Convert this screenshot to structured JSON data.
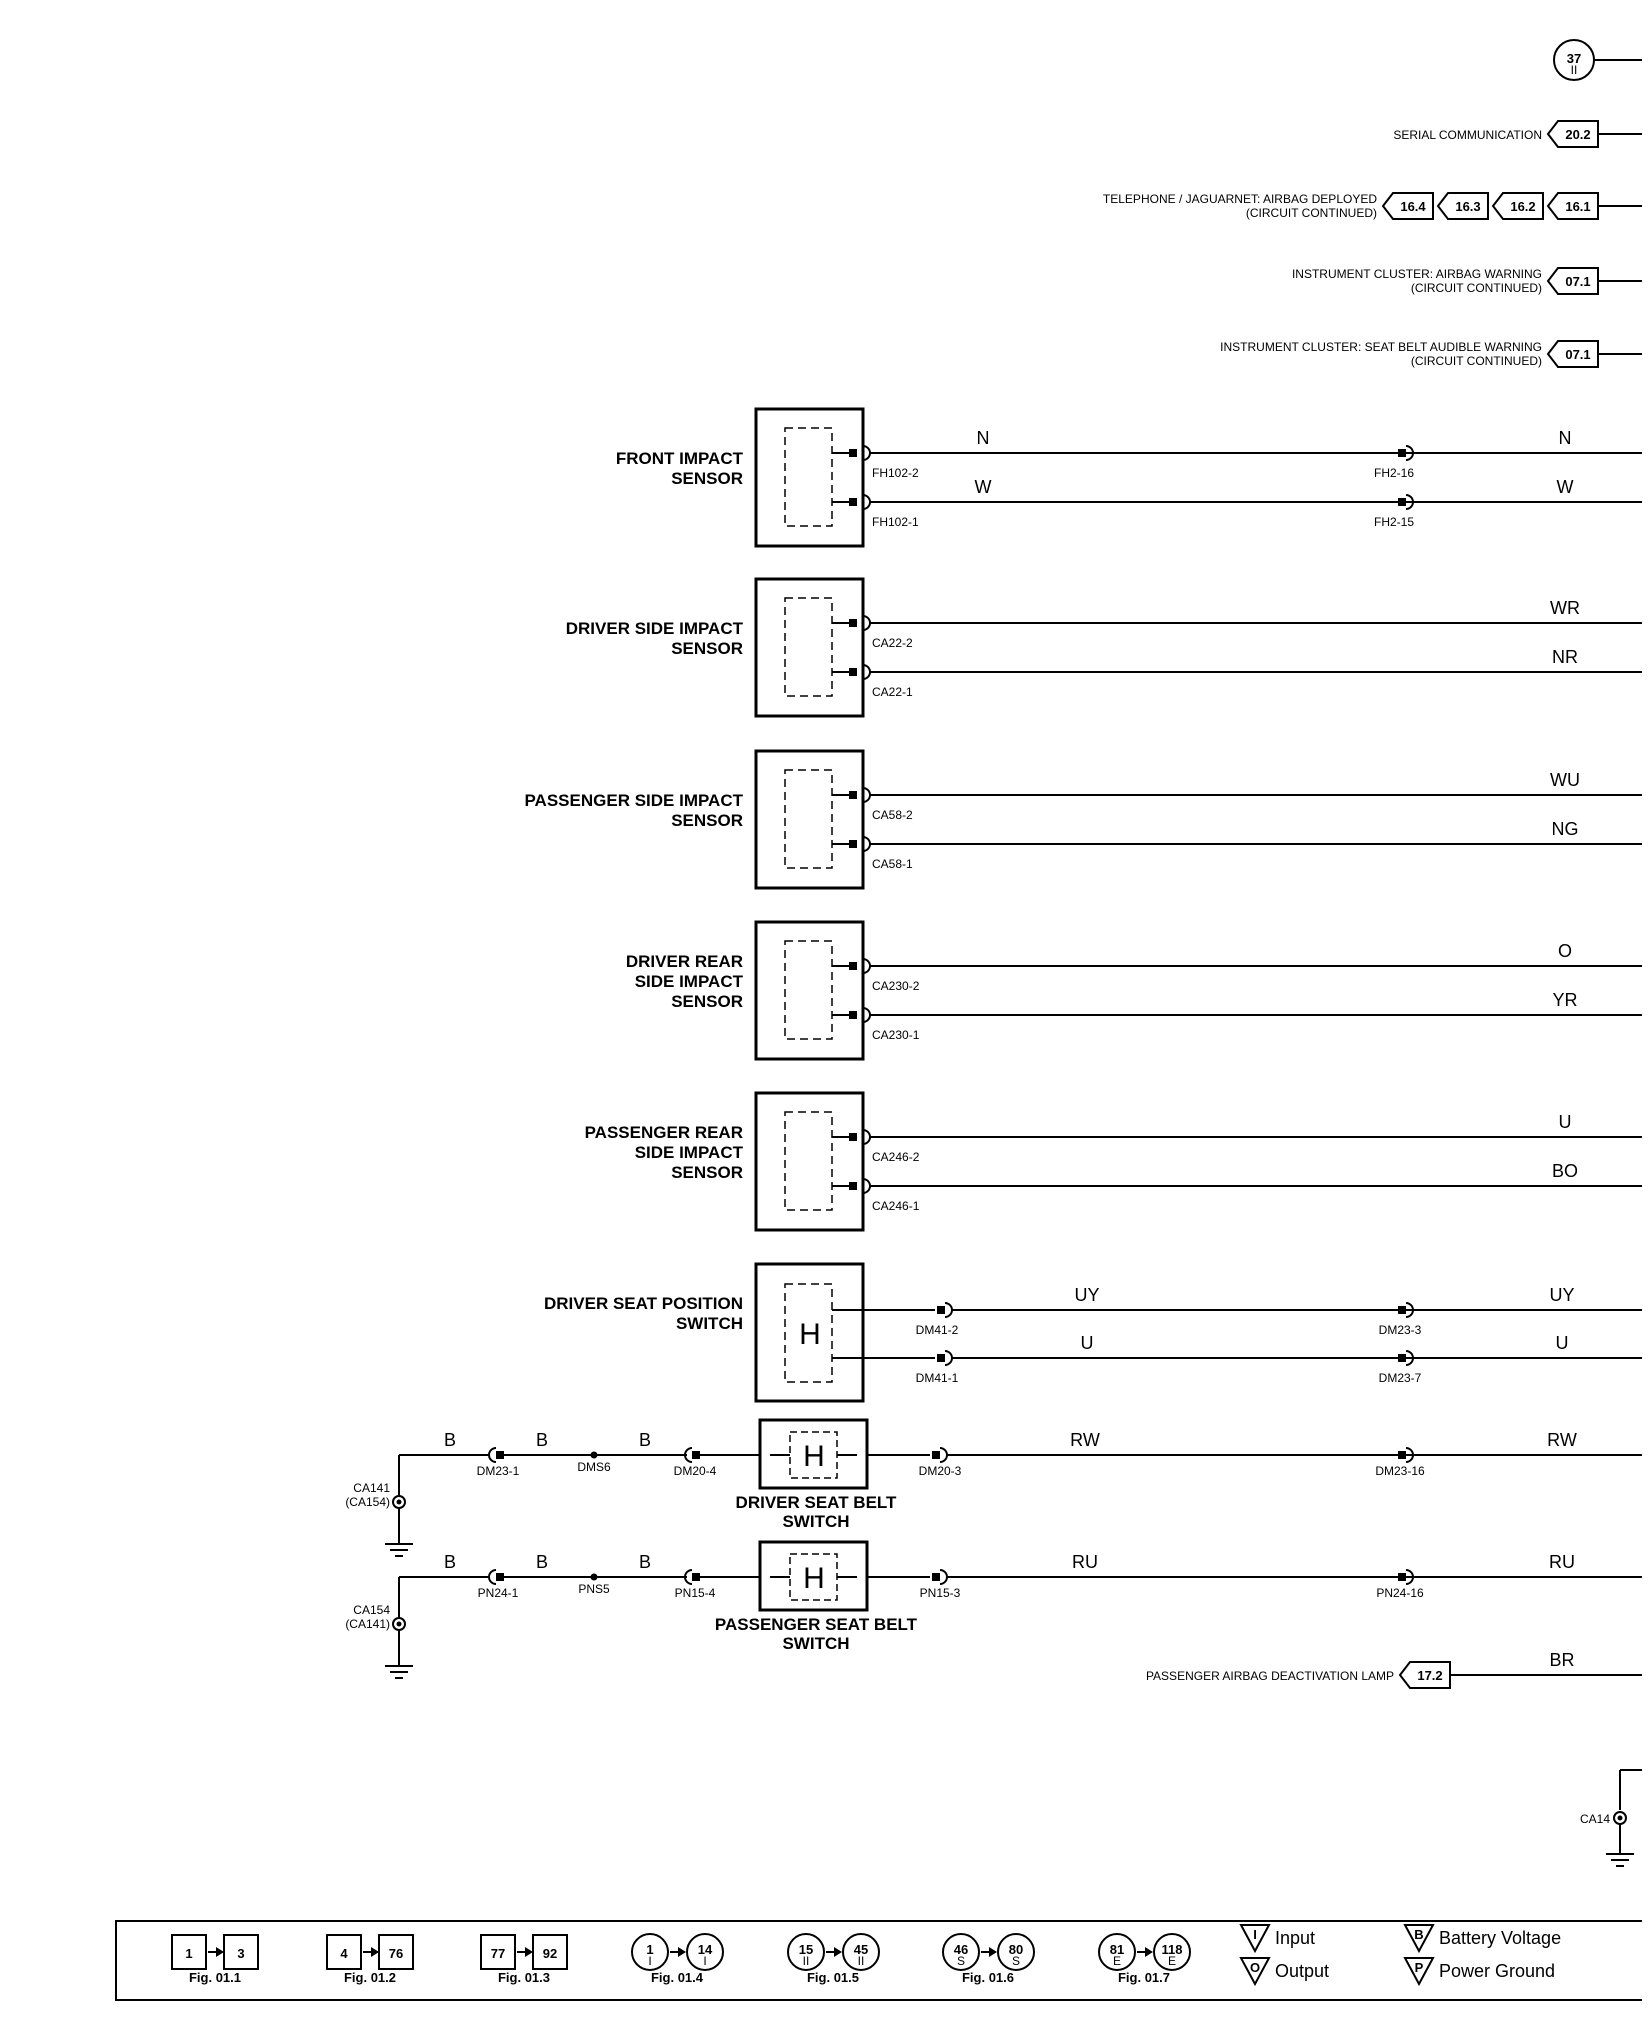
{
  "top_connectors": [
    {
      "label": "",
      "label2": "",
      "refs": [
        "37"
      ],
      "ref_sub": "II",
      "kind": "circle"
    },
    {
      "label": "SERIAL COMMUNICATION",
      "label2": "",
      "refs": [
        "20.2"
      ],
      "kind": "flag"
    },
    {
      "label": "TELEPHONE / JAGUARNET: AIRBAG DEPLOYED",
      "label2": "(CIRCUIT CONTINUED)",
      "refs": [
        "16.4",
        "16.3",
        "16.2",
        "16.1"
      ],
      "kind": "flag"
    },
    {
      "label": "INSTRUMENT CLUSTER: AIRBAG WARNING",
      "label2": "(CIRCUIT CONTINUED)",
      "refs": [
        "07.1"
      ],
      "kind": "flag"
    },
    {
      "label": "INSTRUMENT CLUSTER: SEAT BELT AUDIBLE WARNING",
      "label2": "(CIRCUIT CONTINUED)",
      "refs": [
        "07.1"
      ],
      "kind": "flag"
    }
  ],
  "sensors": [
    {
      "name_lines": [
        "FRONT IMPACT",
        "SENSOR"
      ],
      "wires": [
        {
          "color_left": "N",
          "color_right": "N",
          "pin": "FH102-2",
          "inline": "FH2-16"
        },
        {
          "color_left": "W",
          "color_right": "W",
          "pin": "FH102-1",
          "inline": "FH2-15"
        }
      ]
    },
    {
      "name_lines": [
        "DRIVER SIDE IMPACT",
        "SENSOR"
      ],
      "wires": [
        {
          "color_left": "",
          "color_right": "WR",
          "pin": "CA22-2",
          "inline": ""
        },
        {
          "color_left": "",
          "color_right": "NR",
          "pin": "CA22-1",
          "inline": ""
        }
      ]
    },
    {
      "name_lines": [
        "PASSENGER SIDE IMPACT",
        "SENSOR"
      ],
      "wires": [
        {
          "color_left": "",
          "color_right": "WU",
          "pin": "CA58-2",
          "inline": ""
        },
        {
          "color_left": "",
          "color_right": "NG",
          "pin": "CA58-1",
          "inline": ""
        }
      ]
    },
    {
      "name_lines": [
        "DRIVER REAR",
        "SIDE IMPACT",
        "SENSOR"
      ],
      "wires": [
        {
          "color_left": "",
          "color_right": "O",
          "pin": "CA230-2",
          "inline": ""
        },
        {
          "color_left": "",
          "color_right": "YR",
          "pin": "CA230-1",
          "inline": ""
        }
      ]
    },
    {
      "name_lines": [
        "PASSENGER REAR",
        "SIDE IMPACT",
        "SENSOR"
      ],
      "wires": [
        {
          "color_left": "",
          "color_right": "U",
          "pin": "CA246-2",
          "inline": ""
        },
        {
          "color_left": "",
          "color_right": "BO",
          "pin": "CA246-1",
          "inline": ""
        }
      ]
    }
  ],
  "seat_position": {
    "name_lines": [
      "DRIVER SEAT POSITION",
      "SWITCH"
    ],
    "symbol": "H",
    "wires": [
      {
        "color_left": "UY",
        "color_right": "UY",
        "pin": "DM41-2",
        "inline": "DM23-3"
      },
      {
        "color_left": "U",
        "color_right": "U",
        "pin": "DM41-1",
        "inline": "DM23-7"
      }
    ]
  },
  "seat_belts": [
    {
      "name_lines": [
        "DRIVER SEAT BELT",
        "SWITCH"
      ],
      "symbol": "H",
      "ground": [
        "CA141",
        "(CA154)"
      ],
      "b": [
        "B",
        "B",
        "B"
      ],
      "conn_left": "DM23-1",
      "splice": "DMS6",
      "pin_in": "DM20-4",
      "pin_out": "DM20-3",
      "color_left": "RW",
      "color_right": "RW",
      "inline": "DM23-16"
    },
    {
      "name_lines": [
        "PASSENGER SEAT BELT",
        "SWITCH"
      ],
      "symbol": "H",
      "ground": [
        "CA154",
        "(CA141)"
      ],
      "b": [
        "B",
        "B",
        "B"
      ],
      "conn_left": "PN24-1",
      "splice": "PNS5",
      "pin_in": "PN15-4",
      "pin_out": "PN15-3",
      "color_left": "RU",
      "color_right": "RU",
      "inline": "PN24-16"
    }
  ],
  "deactivation_lamp": {
    "label": "PASSENGER AIRBAG DEACTIVATION LAMP",
    "ref": "17.2",
    "color": "BR"
  },
  "bottom_ground": {
    "label": "CA14"
  },
  "legend": {
    "figs": [
      {
        "from": "1",
        "to": "3",
        "shape": "square",
        "sub": "",
        "fig": "Fig. 01.1"
      },
      {
        "from": "4",
        "to": "76",
        "shape": "square",
        "sub": "",
        "fig": "Fig. 01.2"
      },
      {
        "from": "77",
        "to": "92",
        "shape": "square",
        "sub": "",
        "fig": "Fig. 01.3"
      },
      {
        "from": "1",
        "to": "14",
        "shape": "circle",
        "sub": "I",
        "fig": "Fig. 01.4"
      },
      {
        "from": "15",
        "to": "45",
        "shape": "circle",
        "sub": "II",
        "fig": "Fig. 01.5"
      },
      {
        "from": "46",
        "to": "80",
        "shape": "circle",
        "sub": "S",
        "fig": "Fig. 01.6"
      },
      {
        "from": "81",
        "to": "118",
        "shape": "circle",
        "sub": "E",
        "fig": "Fig. 01.7"
      }
    ],
    "symbols": [
      {
        "glyph": "I",
        "text": "Input"
      },
      {
        "glyph": "O",
        "text": "Output"
      },
      {
        "glyph": "B",
        "text": "Battery Voltage"
      },
      {
        "glyph": "P",
        "text": "Power Ground"
      }
    ]
  }
}
